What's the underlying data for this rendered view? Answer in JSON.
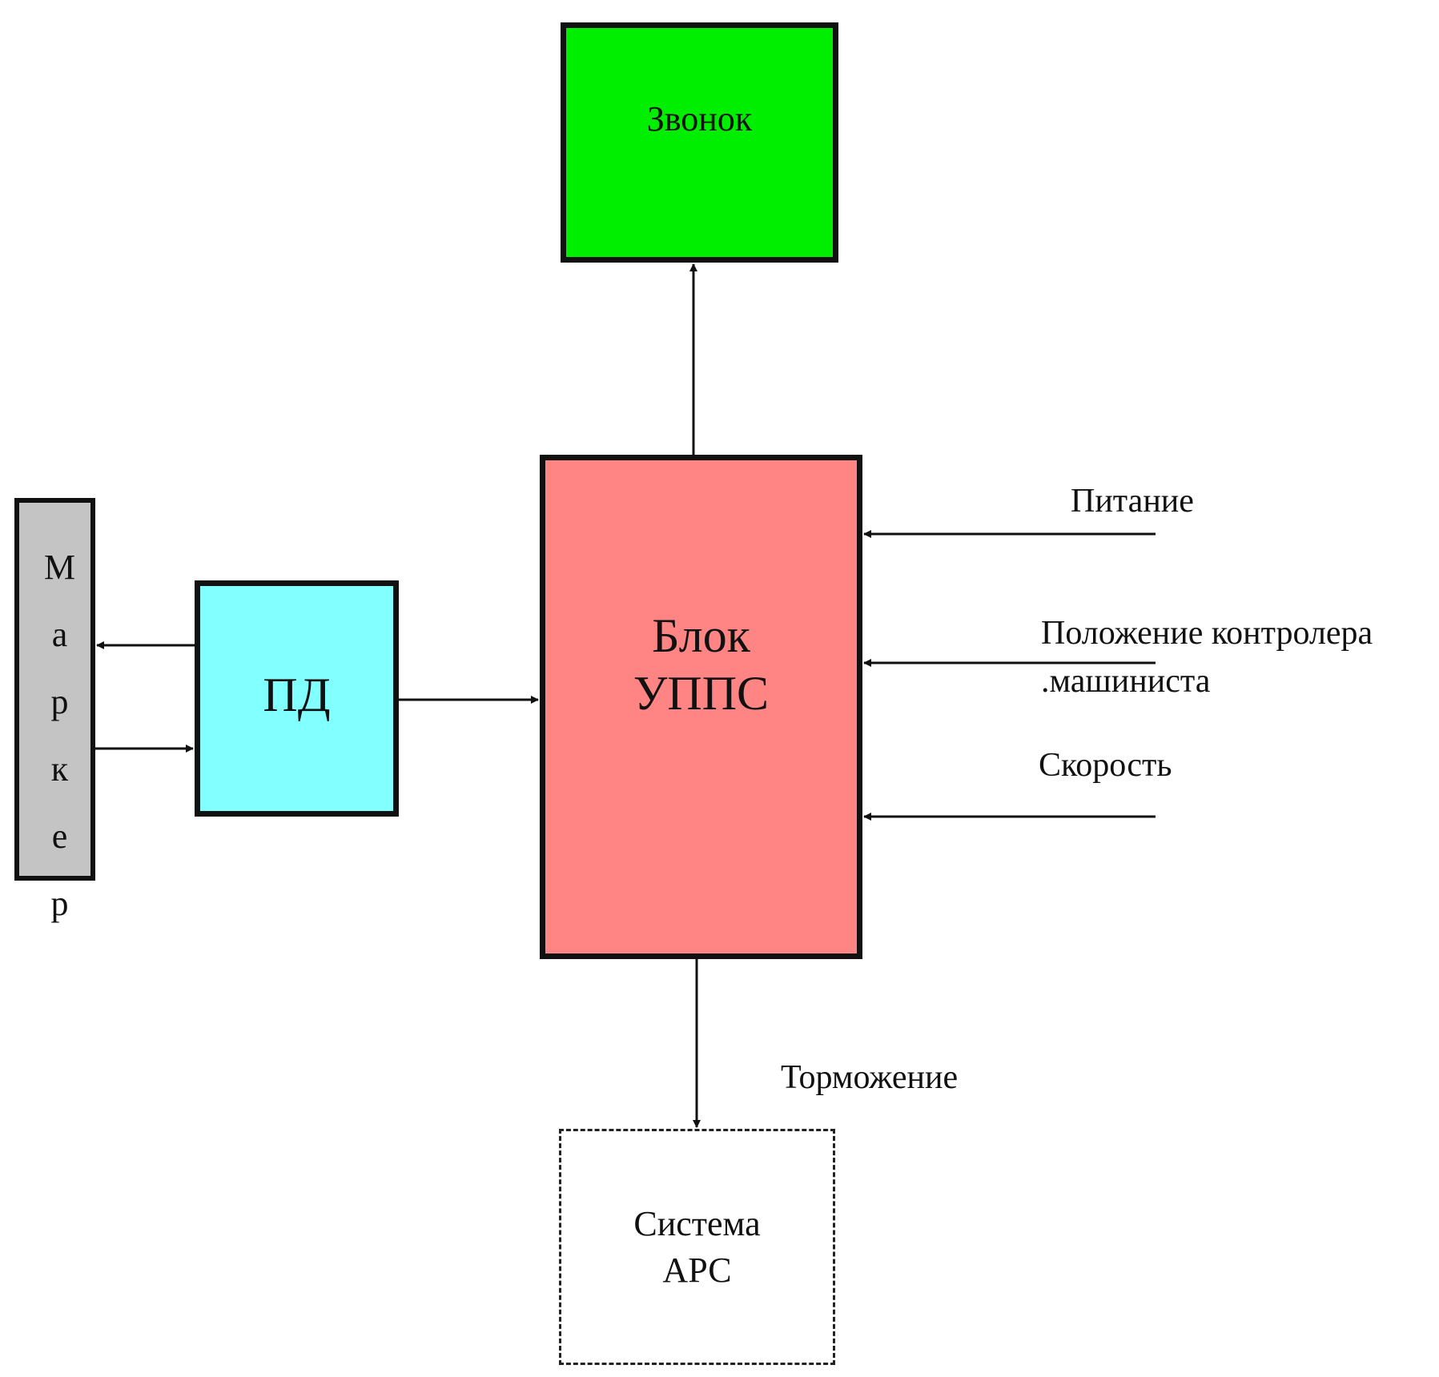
{
  "blocks": {
    "bell": "Звонок",
    "main_line1": "Блок",
    "main_line2": "УППС",
    "pd": "ПД",
    "marker": "Маркер",
    "aps_line1": "Система",
    "aps_line2": "АРС"
  },
  "inputs": {
    "power": "Питание",
    "controller_line1": "Положение контролера",
    "controller_line2": ".машиниста",
    "speed": "Скорость"
  },
  "outputs": {
    "braking": "Торможение"
  },
  "colors": {
    "bell_fill": "#00ee00",
    "main_fill": "#ff8484",
    "pd_fill": "#82ffff",
    "marker_fill": "#c4c4c4"
  }
}
